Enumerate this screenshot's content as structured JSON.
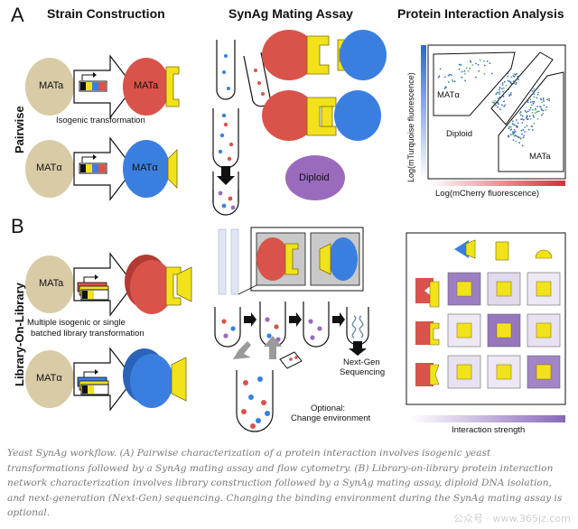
{
  "headers": {
    "strain": "Strain Construction",
    "mating": "SynAg Mating Assay",
    "protein": "Protein Interaction Analysis"
  },
  "panels": {
    "a": "A",
    "b": "B"
  },
  "rows": {
    "pairwise": "Pairwise",
    "library": "Library-On-Library"
  },
  "strain_labels": {
    "mata": "MATa",
    "matalpha": "MATα",
    "isogenic": "Isogenic transformation",
    "multiple_1": "Multiple isogenic or single",
    "multiple_2": "batched library transformation"
  },
  "mating_labels": {
    "diploid": "Diploid",
    "nextgen_1": "Next-Gen",
    "nextgen_2": "Sequencing",
    "optional_1": "Optional:",
    "optional_2": "Change environment"
  },
  "flow": {
    "ylabel": "Log(mTurquoise fluorescence)",
    "xlabel": "Log(mCherry fluorescence)",
    "gate_matalpha": "MATα",
    "gate_diploid": "Diploid",
    "gate_mata": "MATa"
  },
  "heatmap": {
    "legend": "Interaction strength",
    "levels": [
      [
        0.85,
        0.25,
        0.15
      ],
      [
        0.15,
        0.9,
        0.2
      ],
      [
        0.2,
        0.15,
        0.8
      ]
    ]
  },
  "caption": {
    "line1": "Yeast SynAg workflow. (A) Pairwise characterization of a protein interaction involves isogenic yeast",
    "line2": "transformations followed by a SynAg mating assay and flow cytometry. (B) Library-on-library protein interaction",
    "line3": "network characterization involves library construction followed by a SynAg mating assay, diploid DNA isolation,",
    "line4": "and next-generation (Next-Gen) sequencing. Changing the binding environment during the SynAg mating assay is",
    "line5": "optional."
  },
  "watermark": "公众号 · www.365jz.com",
  "colors": {
    "mata": "#d9534a",
    "matalpha": "#3a7fe0",
    "agglutinin": "#f2e21c",
    "diploid": "#9a6bbd",
    "tan": "#d8cba6"
  }
}
